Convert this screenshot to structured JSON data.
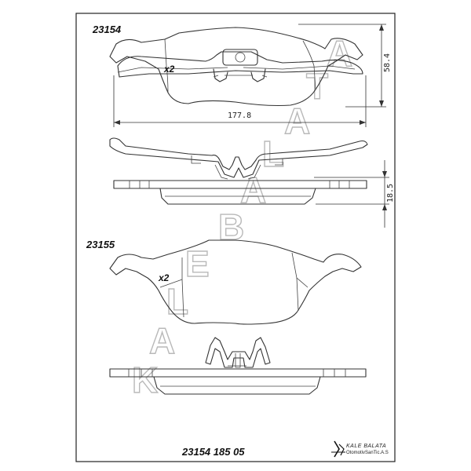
{
  "part_top": "23154",
  "part_bottom": "23155",
  "qty_top": "x2",
  "qty_bottom": "x2",
  "dim_height": "58.4",
  "dim_width": "177.8",
  "dim_thickness": "18.5",
  "watermark": [
    "K",
    "A",
    "L",
    "E",
    "B",
    "A",
    "L",
    "A",
    "T",
    "A"
  ],
  "footer_code": "23154 185 05",
  "brand_name": "KALE BALATA",
  "brand_sub": "OtomotivSanTic.A.S"
}
